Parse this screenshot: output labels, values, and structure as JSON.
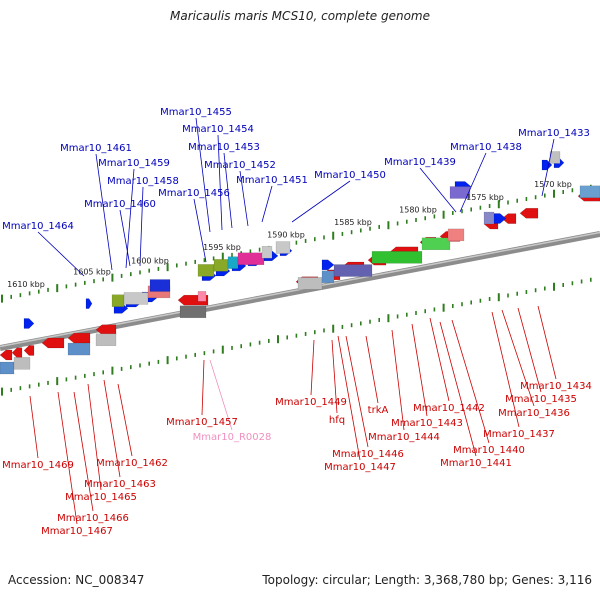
{
  "title": "Maricaulis maris MCS10, complete genome",
  "footer": {
    "accession": "Accession: NC_008347",
    "summary": "Topology: circular; Length: 3,368,780 bp; Genes: 3,116"
  },
  "colors": {
    "backbone": "#8c8c8c",
    "tick": "#2e7d1f",
    "top_label": "#0000bb",
    "bottom_label": "#cc0000",
    "rna_label": "#f090c0",
    "ruler_label": "#222222"
  },
  "ruler": [
    "1570 kbp",
    "1575 kbp",
    "1580 kbp",
    "1585 kbp",
    "1590 kbp",
    "1595 kbp",
    "1600 kbp",
    "1605 kbp",
    "1610 kbp"
  ],
  "top_labels": [
    "Mmar10_1455",
    "Mmar10_1454",
    "Mmar10_1453",
    "Mmar10_1452",
    "Mmar10_1451",
    "Mmar10_1450",
    "Mmar10_1439",
    "Mmar10_1438",
    "Mmar10_1433",
    "Mmar10_1461",
    "Mmar10_1459",
    "Mmar10_1458",
    "Mmar10_1460",
    "Mmar10_1456",
    "Mmar10_1464"
  ],
  "bottom_labels": [
    "Mmar10_1457",
    "Mmar10_R0028",
    "Mmar10_1449",
    "hfq",
    "trkA",
    "Mmar10_1442",
    "Mmar10_1443",
    "Mmar10_1444",
    "Mmar10_1446",
    "Mmar10_1447",
    "Mmar10_1440",
    "Mmar10_1441",
    "Mmar10_1437",
    "Mmar10_1436",
    "Mmar10_1435",
    "Mmar10_1434",
    "Mmar10_1469",
    "Mmar10_1462",
    "Mmar10_1463",
    "Mmar10_1465",
    "Mmar10_1466",
    "Mmar10_1467"
  ]
}
